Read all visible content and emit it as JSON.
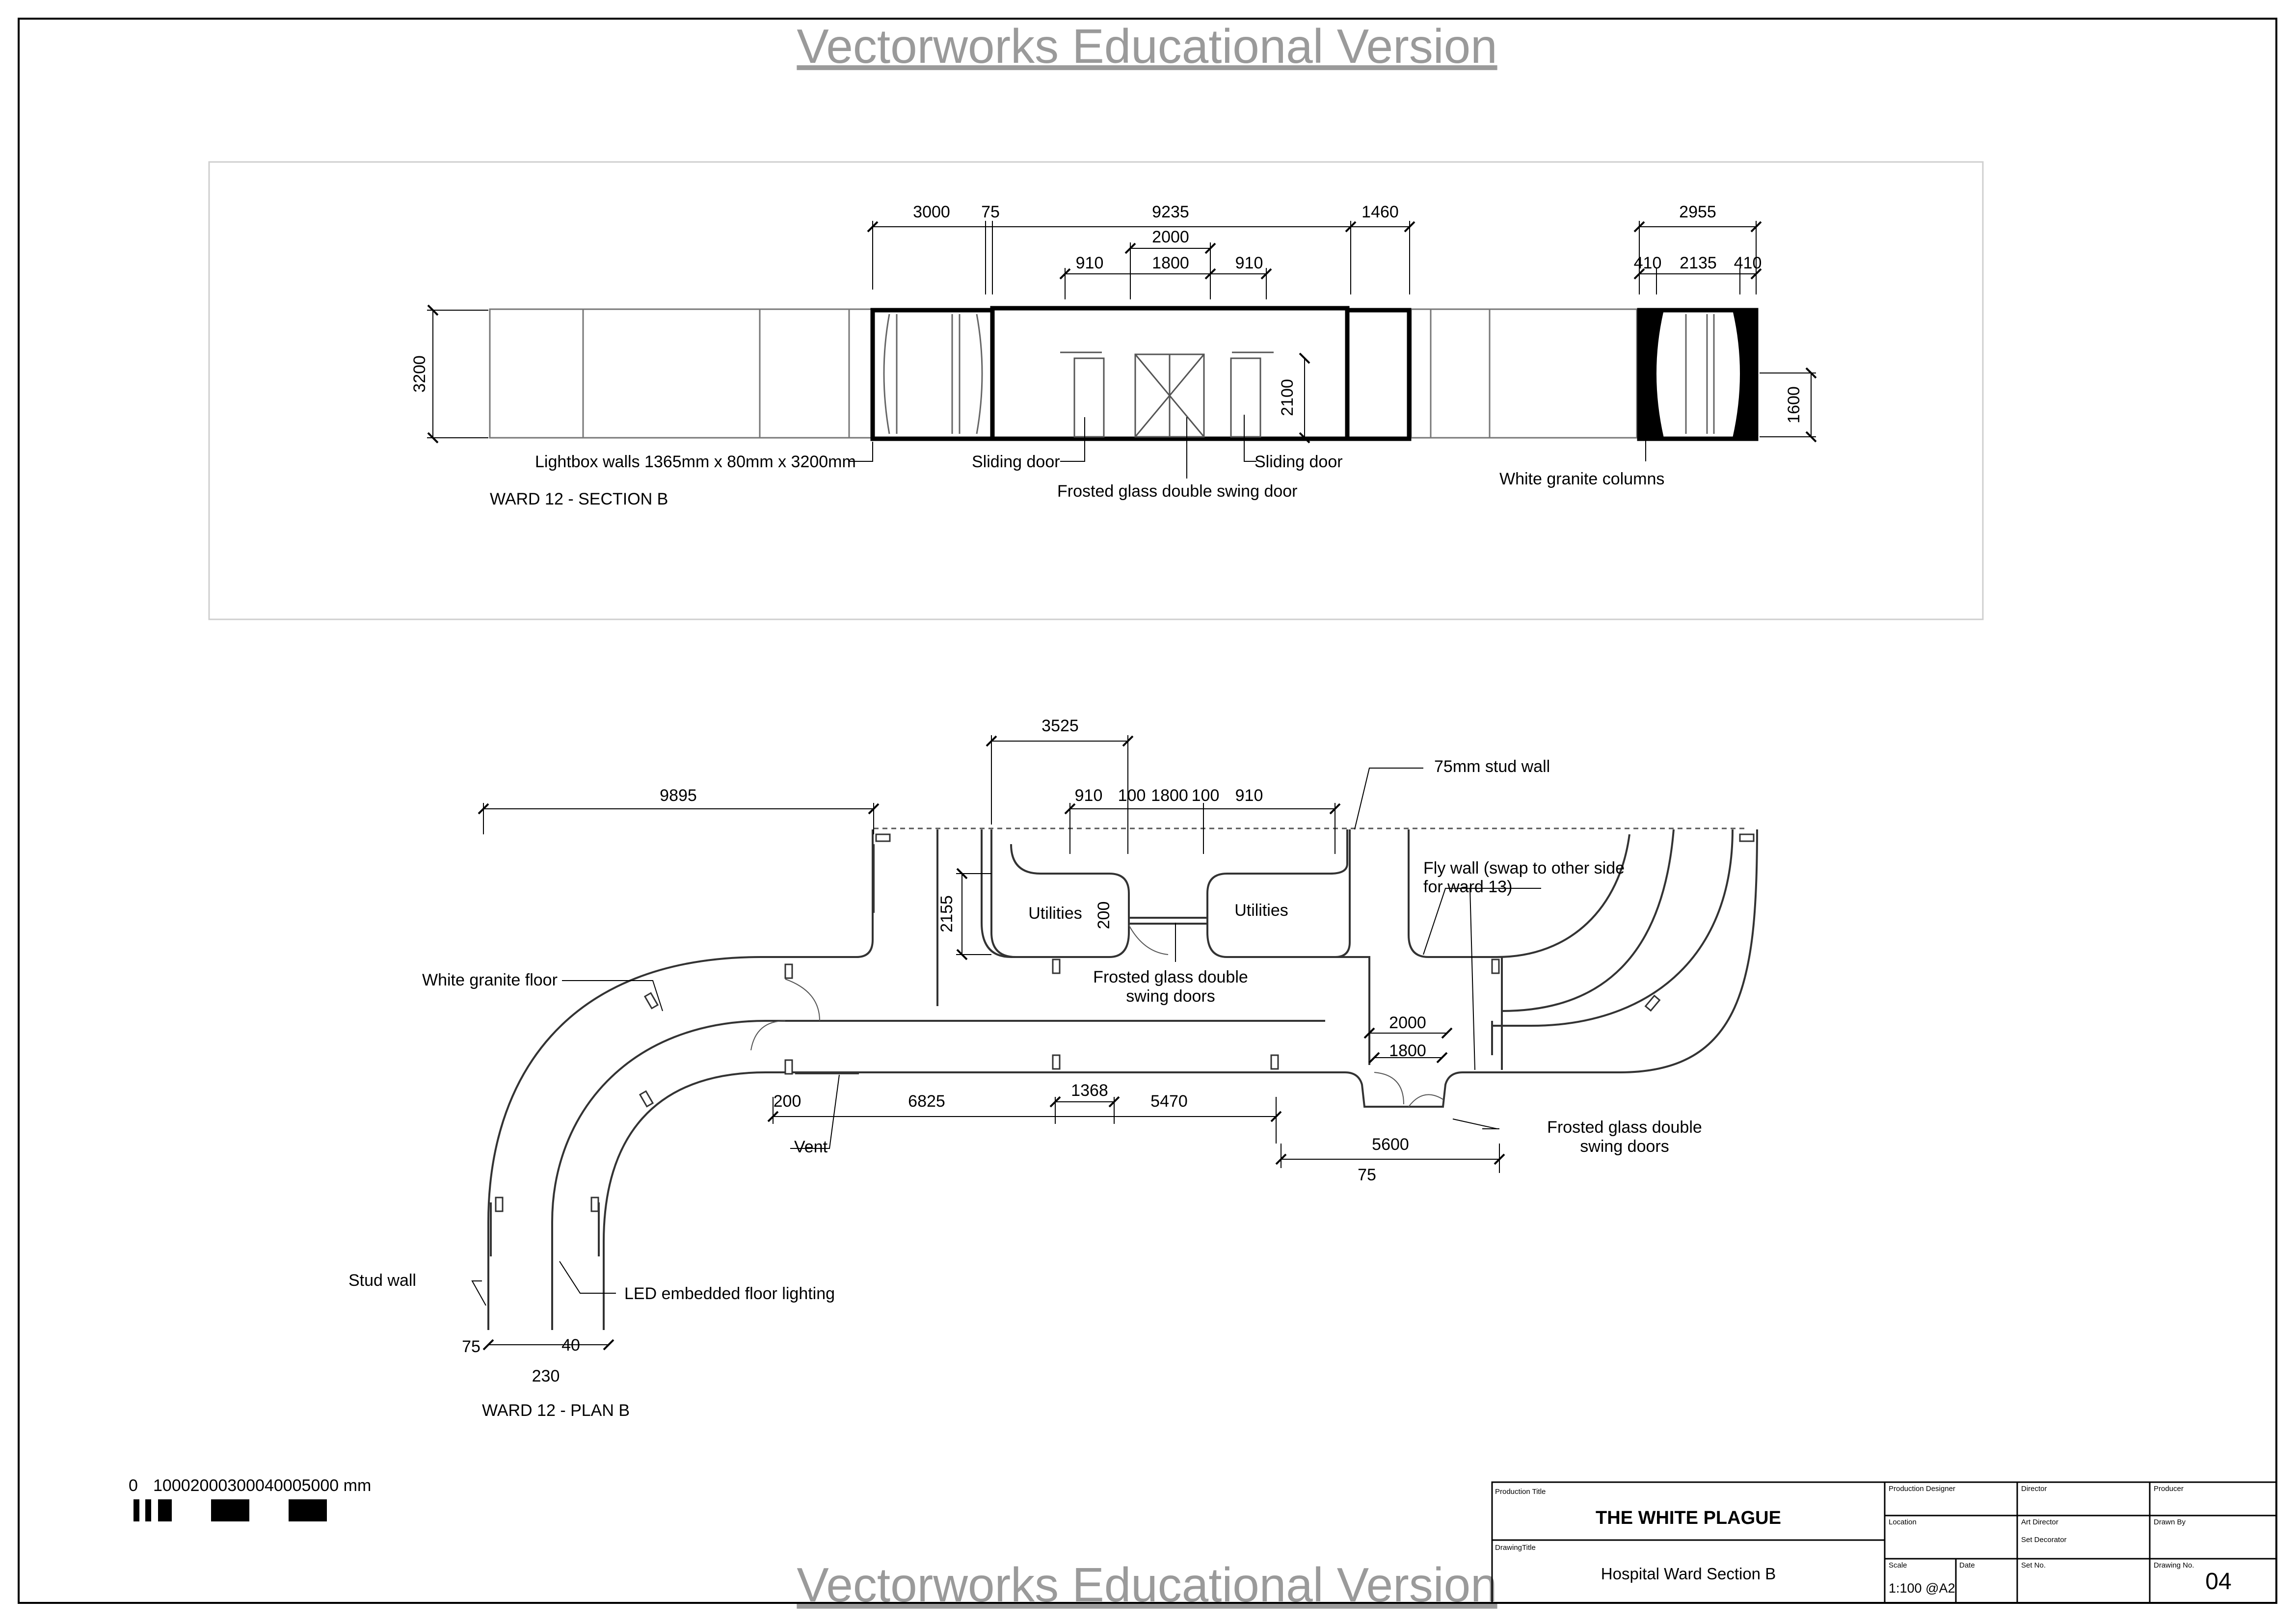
{
  "watermark": "Vectorworks Educational Version",
  "section": {
    "title": "WARD 12 - SECTION B",
    "dims": {
      "d3000": "3000",
      "d75": "75",
      "d9235": "9235",
      "d1460": "1460",
      "d2955": "2955",
      "d2000": "2000",
      "d910a": "910",
      "d1800": "1800",
      "d910b": "910",
      "d410a": "410",
      "d2135": "2135",
      "d410b": "410",
      "d3200": "3200",
      "d2100": "2100",
      "d1600": "1600"
    },
    "labels": {
      "lightbox": "Lightbox walls 1365mm x 80mm x 3200mm",
      "sliding_left": "Sliding door",
      "sliding_right": "Sliding door",
      "frosted": "Frosted glass double swing door",
      "columns": "White granite columns"
    }
  },
  "plan": {
    "title": "WARD 12 - PLAN B",
    "dims": {
      "d3525": "3525",
      "d9895": "9895",
      "d910a": "910",
      "d100a": "100",
      "d1800": "1800",
      "d100b": "100",
      "d910b": "910",
      "d2155": "2155",
      "d200v": "200",
      "d2000": "2000",
      "d1800b": "1800",
      "d200": "200",
      "d6825": "6825",
      "d1368": "1368",
      "d5470": "5470",
      "d5600": "5600",
      "d75a": "75",
      "d75b": "75",
      "d40": "40",
      "d230": "230"
    },
    "labels": {
      "stud75": "75mm stud wall",
      "flywall1": "Fly wall (swap to other side",
      "flywall2": "for ward 13)",
      "utilities1": "Utilities",
      "utilities2": "Utilities",
      "frosted1a": "Frosted glass double",
      "frosted1b": "swing doors",
      "frosted2a": "Frosted glass double",
      "frosted2b": "swing doors",
      "granite_floor": "White granite floor",
      "vent": "Vent",
      "stud_wall": "Stud wall",
      "led": "LED embedded floor lighting"
    }
  },
  "scale_bar": {
    "label0": "0",
    "label_ticks": "10002000300040005000 mm"
  },
  "title_block": {
    "production_title_label": "Production Title",
    "production_title": "THE WHITE PLAGUE",
    "drawing_title_label": "DrawingTitle",
    "drawing_title": "Hospital Ward Section B",
    "production_designer_label": "Production Designer",
    "director_label": "Director",
    "producer_label": "Producer",
    "location_label": "Location",
    "art_director_label": "Art Director",
    "set_decorator_label": "Set Decorator",
    "drawn_by_label": "Drawn By",
    "scale_label": "Scale",
    "scale_value": "1:100 @A2",
    "date_label": "Date",
    "set_no_label": "Set No.",
    "drawing_no_label": "Drawing No.",
    "drawing_no": "04"
  }
}
